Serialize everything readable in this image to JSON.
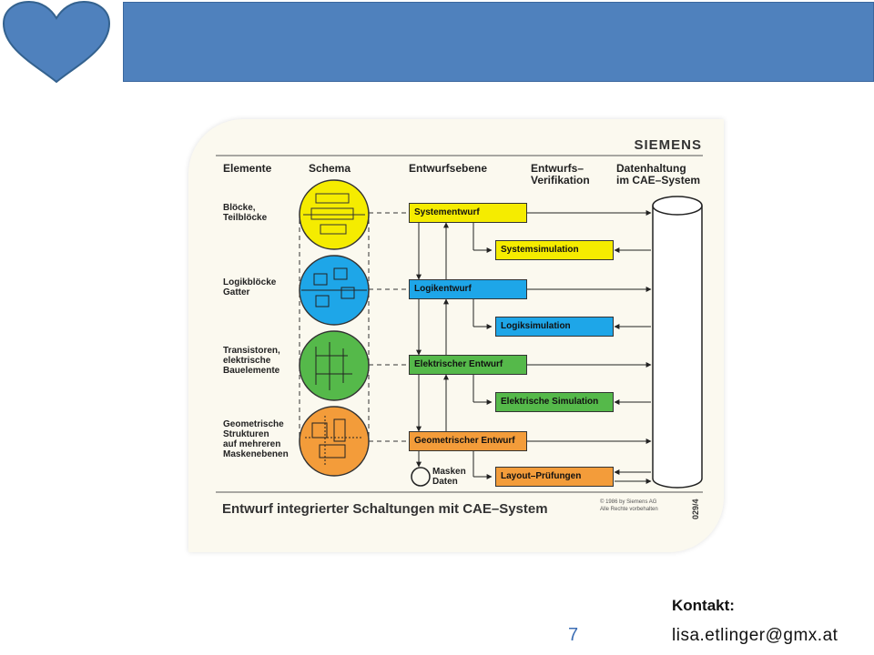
{
  "header": {
    "title": ""
  },
  "diagram": {
    "brand": "SIEMENS",
    "columns": {
      "elemente": "Elemente",
      "schema": "Schema",
      "entwurfsebene": "Entwurfsebene",
      "verifikation": "Entwurfs–\nVerifikation",
      "datenhaltung": "Datenhaltung\nim CAE–System"
    },
    "elements": [
      "Blöcke,\nTeilblöcke",
      "Logikblöcke\nGatter",
      "Transistoren,\nelektrische\nBauelemente",
      "Geometrische\nStrukturen\nauf mehreren\nMaskenebenen"
    ],
    "design_levels": [
      "Systementwurf",
      "Logikentwurf",
      "Elektrischer Entwurf",
      "Geometrischer Entwurf"
    ],
    "verifications": [
      "Systemsimulation",
      "Logiksimulation",
      "Elektrische Simulation",
      "Layout–Prüfungen"
    ],
    "masken": "Masken\nDaten",
    "caption": "Entwurf integrierter Schaltungen mit CAE–System",
    "copyright": "© 1986 by Siemens AG\nAlle Rechte vorbehalten",
    "code": "029/4",
    "colors": {
      "yellow": "#f5ec00",
      "blue": "#1ea6e8",
      "green": "#55b94a",
      "orange": "#f39c3a"
    }
  },
  "footer": {
    "kontakt_label": "Kontakt:",
    "email": "lisa.etlinger@gmx.at",
    "page_number": "7"
  }
}
